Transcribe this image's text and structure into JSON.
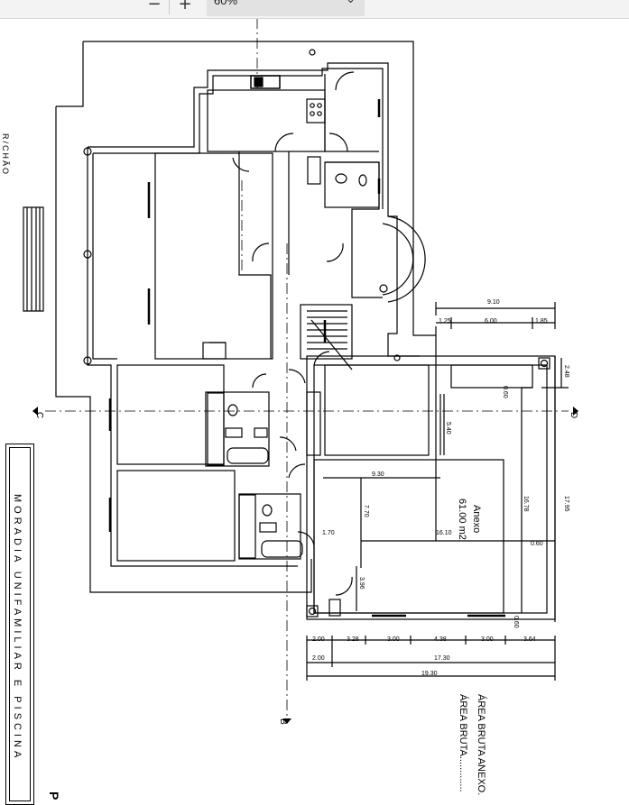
{
  "toolbar": {
    "zoom_out_icon": "minus-icon",
    "zoom_in_icon": "plus-icon",
    "zoom_value": "60%",
    "zoom_dropdown_icon": "chevron-down-icon"
  },
  "plan": {
    "floor_label": "R/CHÃO",
    "title": "MORADIA UNIFAMILIAR E PISCINA",
    "sheet_letter": "P",
    "area_anexo": "ÁREA BRUTA ANEXO.",
    "area_bruta": "ÁREA BRUTA.............",
    "annex_name": "Anexo",
    "annex_area": "61.00 m2",
    "section_marks": {
      "c": "C",
      "d": "D",
      "b": "B"
    },
    "dims": {
      "d_9_10": "9.10",
      "d_1_25": "1.25",
      "d_6_00": "6.00",
      "d_1_85": "1.85",
      "d_2_48": "2.48",
      "d_0_60a": "0.60",
      "d_5_40": "5.40",
      "d_16_78": "16.78",
      "d_17_95": "17.95",
      "d_9_30": "9.30",
      "d_7_70": "7.70",
      "d_1_70": "1.70",
      "d_16_10": "16.10",
      "d_0_60b": "0.60",
      "d_3_96": "3.96",
      "d_0_60c": "0.60",
      "d_2_00a": "2.00",
      "d_3_28": "3.28",
      "d_3_00a": "3.00",
      "d_4_38": "4.38",
      "d_3_00b": "3.00",
      "d_3_64": "3.64",
      "d_2_00b": "2.00",
      "d_17_30": "17.30",
      "d_19_30": "19.30"
    }
  }
}
